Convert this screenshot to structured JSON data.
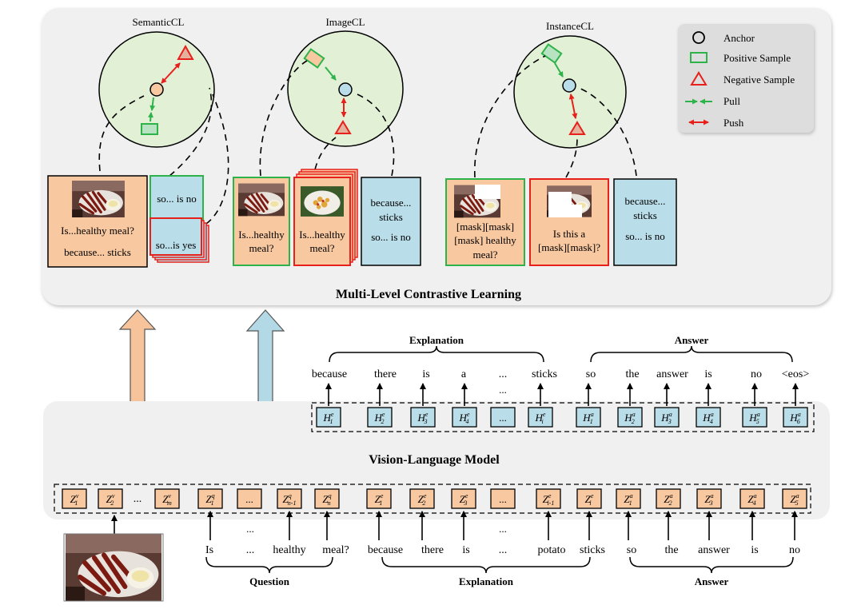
{
  "colors": {
    "panel_bg": "#f0f0f0",
    "orange": "#f8c8a0",
    "blue": "#b9dde9",
    "green": "#2db34a",
    "red": "#e8201c",
    "arrow_orange": "#f7c39a",
    "arrow_blue": "#b3d9e7"
  },
  "top_panel": {
    "title": "Multi-Level Contrastive Learning",
    "circles": [
      {
        "label": "SemanticCL"
      },
      {
        "label": "ImageCL"
      },
      {
        "label": "InstanceCL"
      }
    ],
    "legend": [
      {
        "label": "Anchor",
        "icon": "circle-icon"
      },
      {
        "label": "Positive Sample",
        "icon": "green-rectangle-icon"
      },
      {
        "label": "Negative Sample",
        "icon": "red-triangle-icon"
      },
      {
        "label": "Pull",
        "icon": "green-double-arrow-icon"
      },
      {
        "label": "Push",
        "icon": "red-double-arrow-icon"
      }
    ],
    "semantic": {
      "anchor_line1": "Is...healthy meal?",
      "anchor_line2": "because... sticks",
      "positive": "so... is no",
      "negative": "so...is yes"
    },
    "image": {
      "positive_line1": "Is...healthy",
      "positive_line2": "meal?",
      "negative_line1": "Is...healthy",
      "negative_line2": "meal?",
      "anchor_line1": "because...",
      "anchor_line2": "sticks",
      "anchor_line3": "so... is no"
    },
    "instance": {
      "positive_line1": "[mask][mask]",
      "positive_line2": "[mask] healthy",
      "positive_line3": "meal?",
      "negative_line1": "Is this a",
      "negative_line2": "[mask][mask]?",
      "anchor_line1": "because...",
      "anchor_line2": "sticks",
      "anchor_line3": "so... is no"
    }
  },
  "vlm": {
    "title": "Vision-Language Model",
    "explanation_label": "Explanation",
    "answer_label": "Answer",
    "output_words": [
      "because",
      "there",
      "is",
      "a",
      "...",
      "sticks",
      "so",
      "the",
      "answer",
      "is",
      "no",
      "<eos>"
    ],
    "output_dots": "...",
    "hidden_tokens": [
      {
        "base": "H",
        "sup": "e",
        "sub": "1"
      },
      {
        "base": "H",
        "sup": "e",
        "sub": "2"
      },
      {
        "base": "H",
        "sup": "e",
        "sub": "3"
      },
      {
        "base": "H",
        "sup": "e",
        "sub": "4"
      },
      {
        "base": "...",
        "sup": "",
        "sub": ""
      },
      {
        "base": "H",
        "sup": "e",
        "sub": "i"
      },
      {
        "base": "H",
        "sup": "a",
        "sub": "1"
      },
      {
        "base": "H",
        "sup": "a",
        "sub": "2"
      },
      {
        "base": "H",
        "sup": "a",
        "sub": "3"
      },
      {
        "base": "H",
        "sup": "a",
        "sub": "4"
      },
      {
        "base": "H",
        "sup": "a",
        "sub": "5"
      },
      {
        "base": "H",
        "sup": "a",
        "sub": "6"
      }
    ],
    "input_tokens": [
      {
        "base": "Z",
        "sup": "v",
        "sub": "1"
      },
      {
        "base": "Z",
        "sup": "v",
        "sub": "2"
      },
      {
        "base": "...",
        "sup": "",
        "sub": ""
      },
      {
        "base": "Z",
        "sup": "v",
        "sub": "m"
      },
      {
        "base": "Z",
        "sup": "q",
        "sub": "1"
      },
      {
        "base": "...",
        "sup": "",
        "sub": ""
      },
      {
        "base": "Z",
        "sup": "q",
        "sub": "n-1"
      },
      {
        "base": "Z",
        "sup": "q",
        "sub": "n"
      },
      {
        "base": "Z",
        "sup": "e",
        "sub": "1"
      },
      {
        "base": "Z",
        "sup": "e",
        "sub": "2"
      },
      {
        "base": "Z",
        "sup": "e",
        "sub": "3"
      },
      {
        "base": "...",
        "sup": "",
        "sub": ""
      },
      {
        "base": "Z",
        "sup": "e",
        "sub": "i-1"
      },
      {
        "base": "Z",
        "sup": "e",
        "sub": "i"
      },
      {
        "base": "Z",
        "sup": "a",
        "sub": "1"
      },
      {
        "base": "Z",
        "sup": "a",
        "sub": "2"
      },
      {
        "base": "Z",
        "sup": "a",
        "sub": "3"
      },
      {
        "base": "Z",
        "sup": "a",
        "sub": "4"
      },
      {
        "base": "Z",
        "sup": "a",
        "sub": "5"
      }
    ],
    "input_words": [
      "Is",
      "...",
      "healthy",
      "meal?",
      "because",
      "there",
      "is",
      "...",
      "potato",
      "sticks",
      "so",
      "the",
      "answer",
      "is",
      "no"
    ],
    "input_dots": "...",
    "question_label": "Question",
    "input_explanation_label": "Explanation",
    "input_answer_label": "Answer"
  }
}
